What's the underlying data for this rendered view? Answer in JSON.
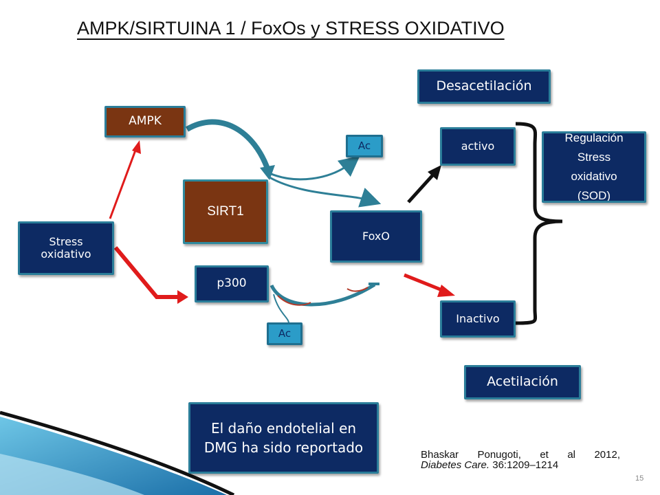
{
  "title": "AMPK/SIRTUINA 1 / FoxOs y STRESS OXIDATIVO",
  "nodes": {
    "ampk": "AMPK",
    "sirt1": "SIRT1",
    "stress": "Stress oxidativo",
    "p300": "p300",
    "ac_top": "Ac",
    "ac_bottom": "Ac",
    "foxo": "FoxO",
    "activo": "activo",
    "inactivo": "Inactivo",
    "desacetilacion": "Desacetilación",
    "acetilacion": "Acetilación",
    "regulacion": "Regulación Stress oxidativo (SOD)",
    "dano": "El daño endotelial en DMG ha sido reportado"
  },
  "citation": {
    "authors": "Bhaskar Ponugoti, et al 2012,",
    "journal": "Diabetes Care.",
    "ref": " 36:1209–1214"
  },
  "page_number": "15",
  "colors": {
    "box_fill": "#0d2a63",
    "box_border": "#2a7d99",
    "sirt_fill": "#7a3512",
    "ac_fill": "#2b9cc8",
    "arrow_red": "#e01b1b",
    "arrow_teal": "#2e7f96"
  }
}
